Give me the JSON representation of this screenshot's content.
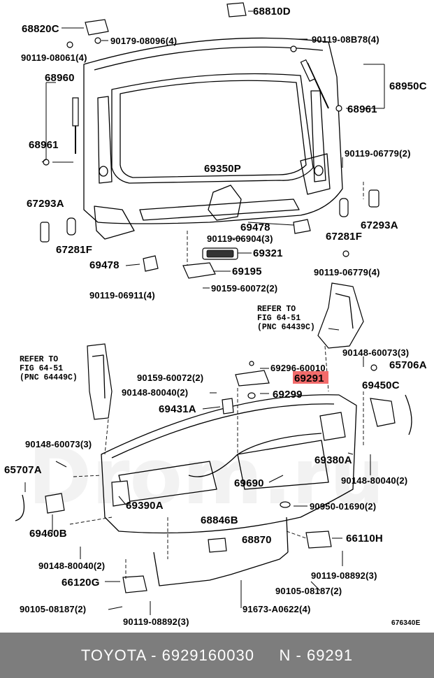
{
  "diagram": {
    "code": "676340E",
    "highlight_color": "#f26b6b",
    "watermark_text": "Drom.ru",
    "labels": {
      "p68810D": "68810D",
      "p68820C": "68820C",
      "p90179_08096": "90179-08096(4)",
      "p90119_08B78": "90119-08B78(4)",
      "p90119_08061": "90119-08061(4)",
      "p68960": "68960",
      "p68950C": "68950C",
      "p68961a": "68961",
      "p68961b": "68961",
      "p90119_06779a": "90119-06779(2)",
      "p69350P": "69350P",
      "p67293Aa": "67293A",
      "p67293Ab": "67293A",
      "p67281Fa": "67281F",
      "p67281Fb": "67281F",
      "p69478a": "69478",
      "p69478b": "69478",
      "p90119_06904": "90119-06904(3)",
      "p69321": "69321",
      "p90119_06779b": "90119-06779(4)",
      "p69195": "69195",
      "p90119_06911": "90119-06911(4)",
      "p90159_60072a": "90159-60072(2)",
      "ref1_l1": "REFER TO",
      "ref1_l2": "FIG 64-51",
      "ref1_l3": "(PNC 64439C)",
      "ref2_l1": "REFER TO",
      "ref2_l2": "FIG 64-51",
      "ref2_l3": "(PNC 64449C)",
      "p90148_60073a": "90148-60073(3)",
      "p65706A": "65706A",
      "p90159_60072b": "90159-60072(2)",
      "p69296_60010": "69296-60010",
      "p69291": "69291",
      "p90148_80040a": "90148-80040(2)",
      "p69299": "69299",
      "p69450C": "69450C",
      "p69431A": "69431A",
      "p90148_60073b": "90148-60073(3)",
      "p65707A": "65707A",
      "p69380A": "69380A",
      "p69690": "69690",
      "p90148_80040b": "90148-80040(2)",
      "p69390A": "69390A",
      "p90950_01690": "90950-01690(2)",
      "p68846B": "68846B",
      "p69460B": "69460B",
      "p68870": "68870",
      "p66110H": "66110H",
      "p90148_80040c": "90148-80040(2)",
      "p90119_08892a": "90119-08892(3)",
      "p66120G": "66120G",
      "p90105_08187a": "90105-08187(2)",
      "p90105_08187b": "90105-08187(2)",
      "p91673_A0622": "91673-A0622(4)",
      "p90119_08892b": "90119-08892(3)"
    }
  },
  "footer": {
    "text": "TOYOTA - 6929160030     N - 69291",
    "background": "#7d7d7d"
  }
}
